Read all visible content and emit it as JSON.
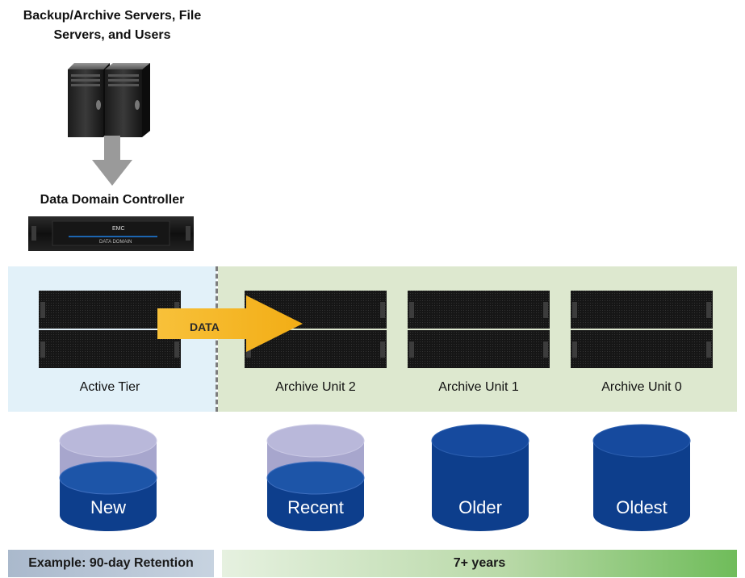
{
  "labels": {
    "servers": "Backup/Archive Servers, File Servers, and Users",
    "controller": "Data Domain Controller",
    "controller_logo": "EMC",
    "controller_sub": "DATA DOMAIN",
    "data_arrow": "DATA"
  },
  "tiers": [
    {
      "label": "Active Tier",
      "disk_label": "New",
      "fill_fraction": 0.5
    },
    {
      "label": "Archive Unit 2",
      "disk_label": "Recent",
      "fill_fraction": 0.5
    },
    {
      "label": "Archive Unit 1",
      "disk_label": "Older",
      "fill_fraction": 1.0
    },
    {
      "label": "Archive Unit 0",
      "disk_label": "Oldest",
      "fill_fraction": 1.0
    }
  ],
  "bars": {
    "retention": "Example: 90-day Retention",
    "years": "7+ years"
  },
  "colors": {
    "active_bg": "#e2f1f9",
    "archive_bg": "#dde8cf",
    "disk_blue": "#0d3e8c",
    "disk_empty": "#a7a6cd",
    "data_arrow": "#f5b61e"
  }
}
